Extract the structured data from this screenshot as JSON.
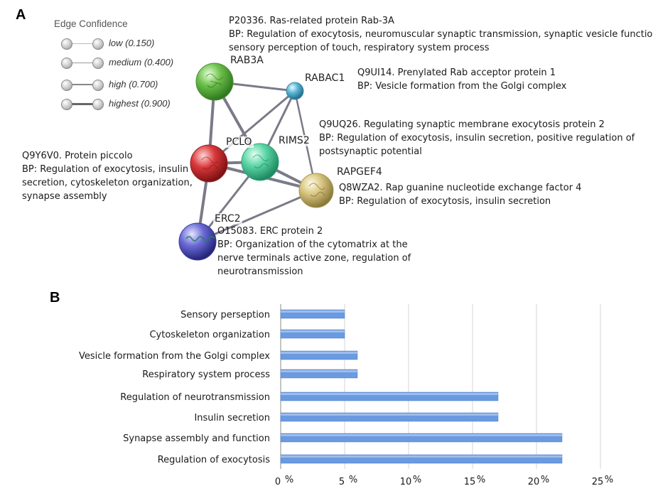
{
  "panel_a": {
    "letter": "A",
    "legend": {
      "title": "Edge Confidence",
      "items": [
        {
          "label": "low (0.150)"
        },
        {
          "label": "medium (0.400)"
        },
        {
          "label": "high (0.700)"
        },
        {
          "label": "highest (0.900)"
        }
      ]
    },
    "nodes": [
      {
        "name": "RAB3A",
        "color": "#6cc04a"
      },
      {
        "name": "RABAC1",
        "color": "#5bb7d6"
      },
      {
        "name": "PCLO",
        "color": "#d9383a"
      },
      {
        "name": "RIMS2",
        "color": "#5cd6a6"
      },
      {
        "name": "RAPGEF4",
        "color": "#d8c680"
      },
      {
        "name": "ERC2",
        "color": "#6b6bd6"
      }
    ],
    "annotations": {
      "rab3a": [
        "P20336. Ras-related protein Rab-3A",
        "BP: Regulation of exocytosis, neuromuscular synaptic transmission, synaptic vesicle function,",
        "sensory perception of touch, respiratory system process"
      ],
      "rabac1": [
        "Q9UI14. Prenylated Rab acceptor protein 1",
        "BP: Vesicle formation from the Golgi complex"
      ],
      "rims2": [
        "Q9UQ26. Regulating synaptic membrane exocytosis protein 2",
        "BP: Regulation of exocytosis, insulin secretion, positive regulation of",
        "postsynaptic potential"
      ],
      "pclo": [
        "Q9Y6V0. Protein piccolo",
        "BP: Regulation of exocytosis, insulin",
        "secretion, cytoskeleton organization,",
        "synapse assembly"
      ],
      "rapgef4": [
        "Q8WZA2. Rap guanine nucleotide exchange factor 4",
        "BP: Regulation of exocytosis, insulin secretion"
      ],
      "erc2": [
        "O15083. ERC protein 2",
        "BP: Organization of the cytomatrix at the",
        "nerve terminals active zone, regulation of",
        "neurotransmission"
      ]
    }
  },
  "panel_b": {
    "letter": "B"
  },
  "chart_data": {
    "type": "bar",
    "orientation": "horizontal",
    "categories": [
      "Sensory perseption",
      "Cytoskeleton organization",
      "Vesicle formation from the Golgi complex",
      "Respiratory system process",
      "Regulation of neurotransmission",
      "Insulin secretion",
      "Synapse assembly and function",
      "Regulation of exocytosis"
    ],
    "values": [
      5,
      5,
      6,
      6,
      17,
      17,
      22,
      22
    ],
    "xlim": [
      0,
      25
    ],
    "ticks": [
      {
        "num": "0",
        "unit": "%"
      },
      {
        "num": "5",
        "unit": "%"
      },
      {
        "num": "10",
        "unit": "%"
      },
      {
        "num": "15",
        "unit": "%"
      },
      {
        "num": "20",
        "unit": "%"
      },
      {
        "num": "25",
        "unit": "%"
      }
    ],
    "bar_color": "#6a9ae0",
    "grid": true
  }
}
